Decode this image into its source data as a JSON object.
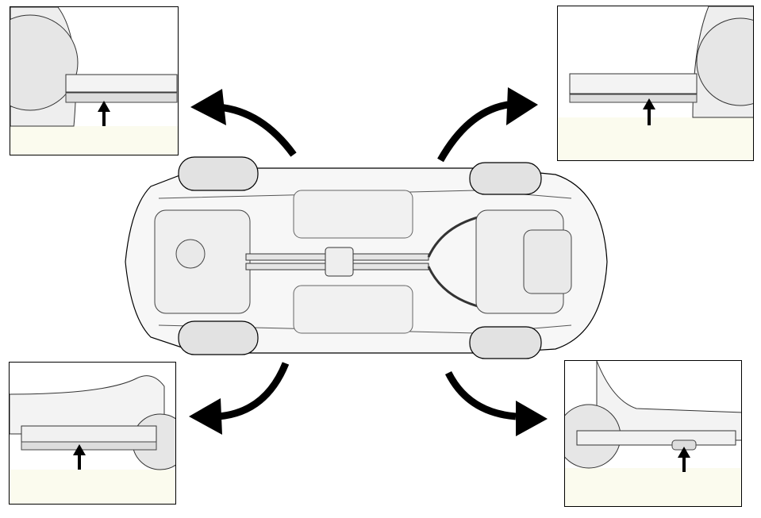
{
  "figure": {
    "caption": ""
  },
  "colors": {
    "line": "#000000",
    "body": "#f3f3f3",
    "tire": "#e2e2e2",
    "arrow": "#000000",
    "highlight": "#fbfbee"
  },
  "callouts": [
    {
      "id": "front-left",
      "icon": "lift-point-arrow-icon"
    },
    {
      "id": "rear-left",
      "icon": "lift-point-arrow-icon"
    },
    {
      "id": "front-right",
      "icon": "lift-point-arrow-icon"
    },
    {
      "id": "rear-right",
      "icon": "lift-point-arrow-icon"
    }
  ]
}
